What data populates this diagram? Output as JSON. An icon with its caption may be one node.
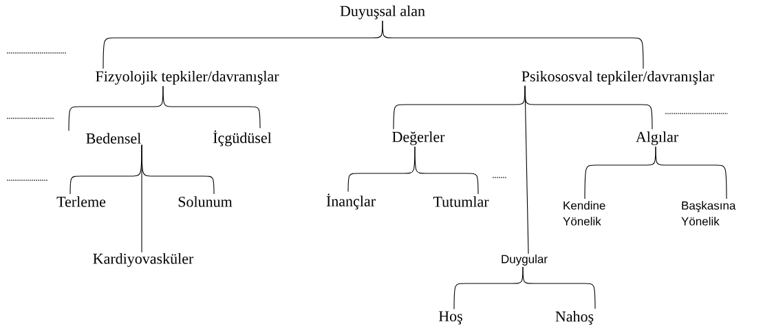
{
  "diagram": {
    "nodes": [
      {
        "text": [
          "Duyuşsal alan"
        ]
      },
      {
        "text": [
          "Fizyolojik tepkiler/davranışlar"
        ]
      },
      {
        "text": [
          "Psikososval tepkiler/davranışlar"
        ]
      },
      {
        "text": [
          "Bedensel"
        ]
      },
      {
        "text": [
          "İçgüdüsel"
        ]
      },
      {
        "text": [
          "Değerler"
        ]
      },
      {
        "text": [
          "Algılar"
        ]
      },
      {
        "text": [
          "Terleme"
        ]
      },
      {
        "text": [
          "Solunum"
        ]
      },
      {
        "text": [
          "Kardiyovasküler"
        ]
      },
      {
        "text": [
          "İnançlar"
        ]
      },
      {
        "text": [
          "Tutumlar"
        ]
      },
      {
        "text": [
          "Kendine Yönelik"
        ]
      },
      {
        "text": [
          "Başkasına Yönelik"
        ]
      },
      {
        "text": [
          "Duygular"
        ]
      },
      {
        "text": [
          "Hoş"
        ]
      },
      {
        "text": [
          "Nahoş"
        ]
      }
    ],
    "edges": [
      {
        "from": 0,
        "to": 1,
        "arrow": "none"
      },
      {
        "from": 0,
        "to": 2,
        "arrow": "none"
      },
      {
        "from": 1,
        "to": 3,
        "arrow": "none"
      },
      {
        "from": 1,
        "to": 4,
        "arrow": "none"
      },
      {
        "from": 3,
        "to": 7,
        "arrow": "none"
      },
      {
        "from": 3,
        "to": 8,
        "arrow": "none"
      },
      {
        "from": 3,
        "to": 9,
        "arrow": "none"
      },
      {
        "from": 2,
        "to": 5,
        "arrow": "none"
      },
      {
        "from": 2,
        "to": 6,
        "arrow": "none"
      },
      {
        "from": 2,
        "to": 14,
        "arrow": "none"
      },
      {
        "from": 5,
        "to": 10,
        "arrow": "none"
      },
      {
        "from": 5,
        "to": 11,
        "arrow": "none"
      },
      {
        "from": 6,
        "to": 12,
        "arrow": "none"
      },
      {
        "from": 6,
        "to": 13,
        "arrow": "none"
      },
      {
        "from": 14,
        "to": 15,
        "arrow": "none"
      },
      {
        "from": 14,
        "to": 16,
        "arrow": "none"
      }
    ]
  }
}
